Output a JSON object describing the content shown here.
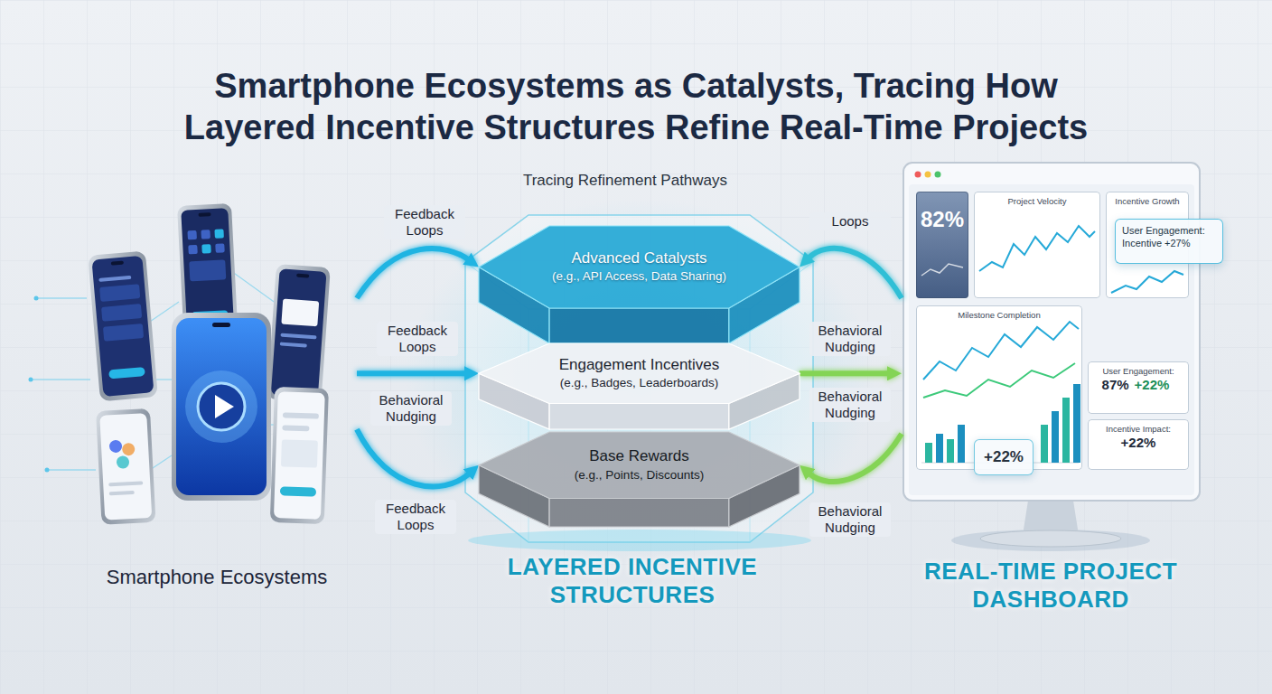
{
  "diagram": {
    "title": "Smartphone Ecosystems as Catalysts, Tracing How Layered Incentive Structures Refine Real-Time Projects",
    "nodes": [
      {
        "text": [
          "Smartphone Ecosystems"
        ]
      },
      {
        "text": [
          "LAYERED INCENTIVE STRUCTURES"
        ]
      },
      {
        "text": [
          "Advanced Catalysts",
          "(e.g., API Access, Data Sharing)"
        ],
        "in": 1
      },
      {
        "text": [
          "Engagement Incentives",
          "(e.g., Badges, Leaderboards)"
        ],
        "in": 1
      },
      {
        "text": [
          "Base Rewards",
          "(e.g., Points, Discounts)"
        ],
        "in": 1
      },
      {
        "text": [
          "REAL-TIME PROJECT DASHBOARD"
        ]
      },
      {
        "text": [
          "82%"
        ],
        "in": 5
      },
      {
        "text": [
          "Project Velocity"
        ],
        "in": 5
      },
      {
        "text": [
          "Incentive Growth"
        ],
        "in": 5
      },
      {
        "text": [
          "Milestone Completion"
        ],
        "in": 5
      },
      {
        "text": [
          "User Engagement:",
          "87%",
          "+22%"
        ],
        "in": 5
      },
      {
        "text": [
          "Incentive Impact:",
          "+22%"
        ],
        "in": 5
      },
      {
        "text": [
          "+22%"
        ],
        "in": 5
      },
      {
        "text": [
          "User Engagement:",
          "Incentive +27%"
        ]
      }
    ],
    "edges": [
      {
        "from": 0,
        "to": 2,
        "arrow": "to",
        "label": "Feedback Loops"
      },
      {
        "from": 0,
        "to": 3,
        "arrow": "to",
        "label": "Feedback Loops"
      },
      {
        "from": 0,
        "to": 4,
        "arrow": "to",
        "label": "Feedback Loops"
      },
      {
        "from": 5,
        "to": 2,
        "arrow": "to",
        "label": "Loops"
      },
      {
        "from": 3,
        "to": 5,
        "arrow": "to",
        "label": "Behavioral Nudging"
      },
      {
        "from": 5,
        "to": 4,
        "arrow": "to",
        "label": "Behavioral Nudging"
      }
    ],
    "labels": [
      "Tracing Refinement Pathways",
      "Behavioral Nudging",
      "Behavioral Nudging"
    ]
  }
}
